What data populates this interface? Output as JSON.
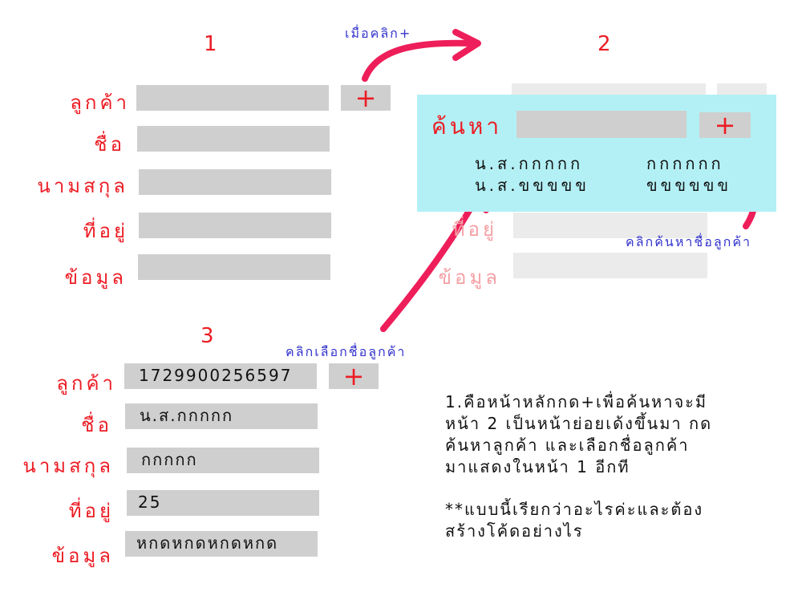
{
  "panels": {
    "p1": {
      "number": "1"
    },
    "p2": {
      "number": "2"
    },
    "p3": {
      "number": "3"
    }
  },
  "labels": {
    "customer": "ลูกค้า",
    "name": "ชื่อ",
    "surname": "นามสกุล",
    "address": "ที่อยู่",
    "info": "ข้อมูล"
  },
  "plus": "+",
  "annotations": {
    "on_click_plus": "เมื่อคลิก+",
    "click_search_name": "คลิกค้นหาชื่อลูกค้า",
    "click_select_name": "คลิกเลือกชื่อลูกค้า"
  },
  "popup": {
    "title": "ค้นหา",
    "results": [
      {
        "name": "น.ส.กกกกก",
        "surname": "กกกกกก"
      },
      {
        "name": "น.ส.ขขขขข",
        "surname": "ขขขขขข"
      }
    ]
  },
  "form3": {
    "customer": "1729900256597",
    "name": "น.ส.กกกกก",
    "surname": "กกกกก",
    "address": "25",
    "info": "หกดหกดหกดหกด"
  },
  "description": {
    "lines": [
      "1.คือหน้าหลักกด+เพื่อค้นหาจะมี",
      "หน้า 2 เป็นหน้าย่อยเด้งขึ้นมา กด",
      "ค้นหาลูกค้า และเลือกชื่อลูกค้า",
      "มาแสดงในหน้า 1 อีกที",
      "**แบบนี้เรียกว่าอะไรค่ะและต้อง",
      "สร้างโค้ดอย่างไร"
    ]
  },
  "colors": {
    "red": "#ec1c24",
    "magenta_arrow": "#ee1e5a",
    "blue_note": "#3333cc",
    "popup_bg": "#b3f0f5",
    "field_bg": "#cfcfcf"
  }
}
